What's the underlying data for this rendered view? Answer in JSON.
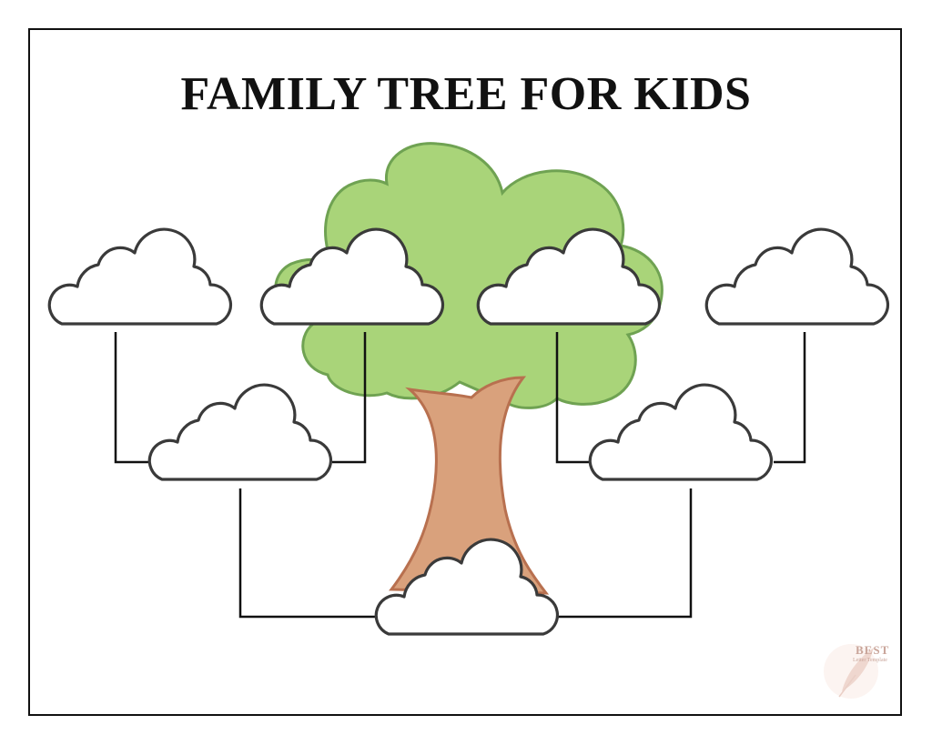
{
  "title": "FAMILY TREE FOR KIDS",
  "watermark": {
    "brand": "BEST",
    "subtitle": "Letter Template"
  },
  "colors": {
    "canopy_fill": "#a9d479",
    "canopy_stroke": "#6fa252",
    "trunk_fill": "#d9a17c",
    "trunk_stroke": "#b8704f",
    "cloud_stroke": "#3a3a3a",
    "connector": "#111111"
  },
  "boxes": [
    {
      "role": "great-grandparent",
      "slot": 1,
      "text": ""
    },
    {
      "role": "great-grandparent",
      "slot": 2,
      "text": ""
    },
    {
      "role": "great-grandparent",
      "slot": 3,
      "text": ""
    },
    {
      "role": "great-grandparent",
      "slot": 4,
      "text": ""
    },
    {
      "role": "grandparent",
      "slot": 1,
      "text": ""
    },
    {
      "role": "grandparent",
      "slot": 2,
      "text": ""
    },
    {
      "role": "child",
      "slot": 1,
      "text": ""
    }
  ]
}
